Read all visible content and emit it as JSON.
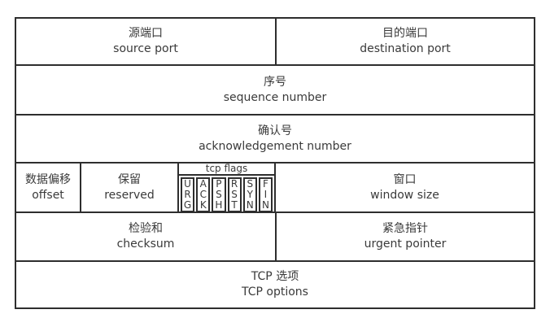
{
  "colors": {
    "border": "#2e2e2e",
    "text": "#3a3a3a",
    "background": "#ffffff"
  },
  "rows": {
    "source_port": {
      "zh": "源端口",
      "en": "source port"
    },
    "destination_port": {
      "zh": "目的端口",
      "en": "destination port"
    },
    "sequence_number": {
      "zh": "序号",
      "en": "sequence number"
    },
    "acknowledgement_number": {
      "zh": "确认号",
      "en": "acknowledgement number"
    },
    "offset": {
      "zh": "数据偏移",
      "en": "offset"
    },
    "reserved": {
      "zh": "保留",
      "en": "reserved"
    },
    "tcp_flags": {
      "label": "tcp flags",
      "flags": [
        {
          "name": "URG",
          "stacked": "U\nR\nG"
        },
        {
          "name": "ACK",
          "stacked": "A\nC\nK"
        },
        {
          "name": "PSH",
          "stacked": "P\nS\nH"
        },
        {
          "name": "RST",
          "stacked": "R\nS\nT"
        },
        {
          "name": "SYN",
          "stacked": "S\nY\nN"
        },
        {
          "name": "FIN",
          "stacked": "F\nI\nN"
        }
      ]
    },
    "window_size": {
      "zh": "窗口",
      "en": "window size"
    },
    "checksum": {
      "zh": "检验和",
      "en": "checksum"
    },
    "urgent_pointer": {
      "zh": "紧急指针",
      "en": "urgent pointer"
    },
    "tcp_options": {
      "zh": "TCP 选项",
      "en": "TCP options"
    }
  }
}
